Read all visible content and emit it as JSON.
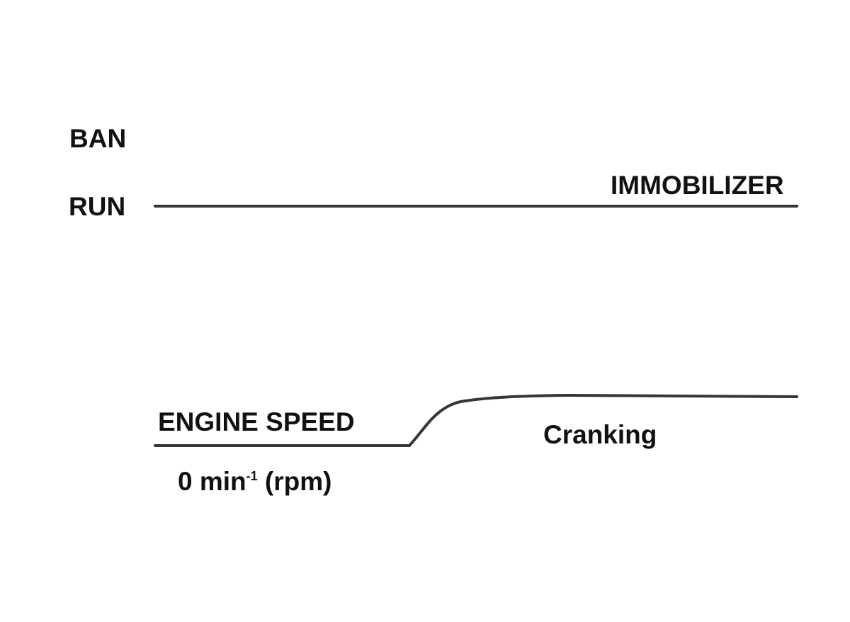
{
  "signals": {
    "immobilizer": {
      "state_high": "BAN",
      "state_low": "RUN",
      "name": "IMMOBILIZER",
      "level": "RUN"
    },
    "engine_speed": {
      "name": "ENGINE SPEED",
      "baseline_prefix": "0 min",
      "baseline_sup": "-1",
      "baseline_suffix": " (rpm)",
      "phase": "Cranking"
    }
  },
  "colors": {
    "line": "#3a3435",
    "text": "#111111",
    "background": "#ffffff"
  }
}
